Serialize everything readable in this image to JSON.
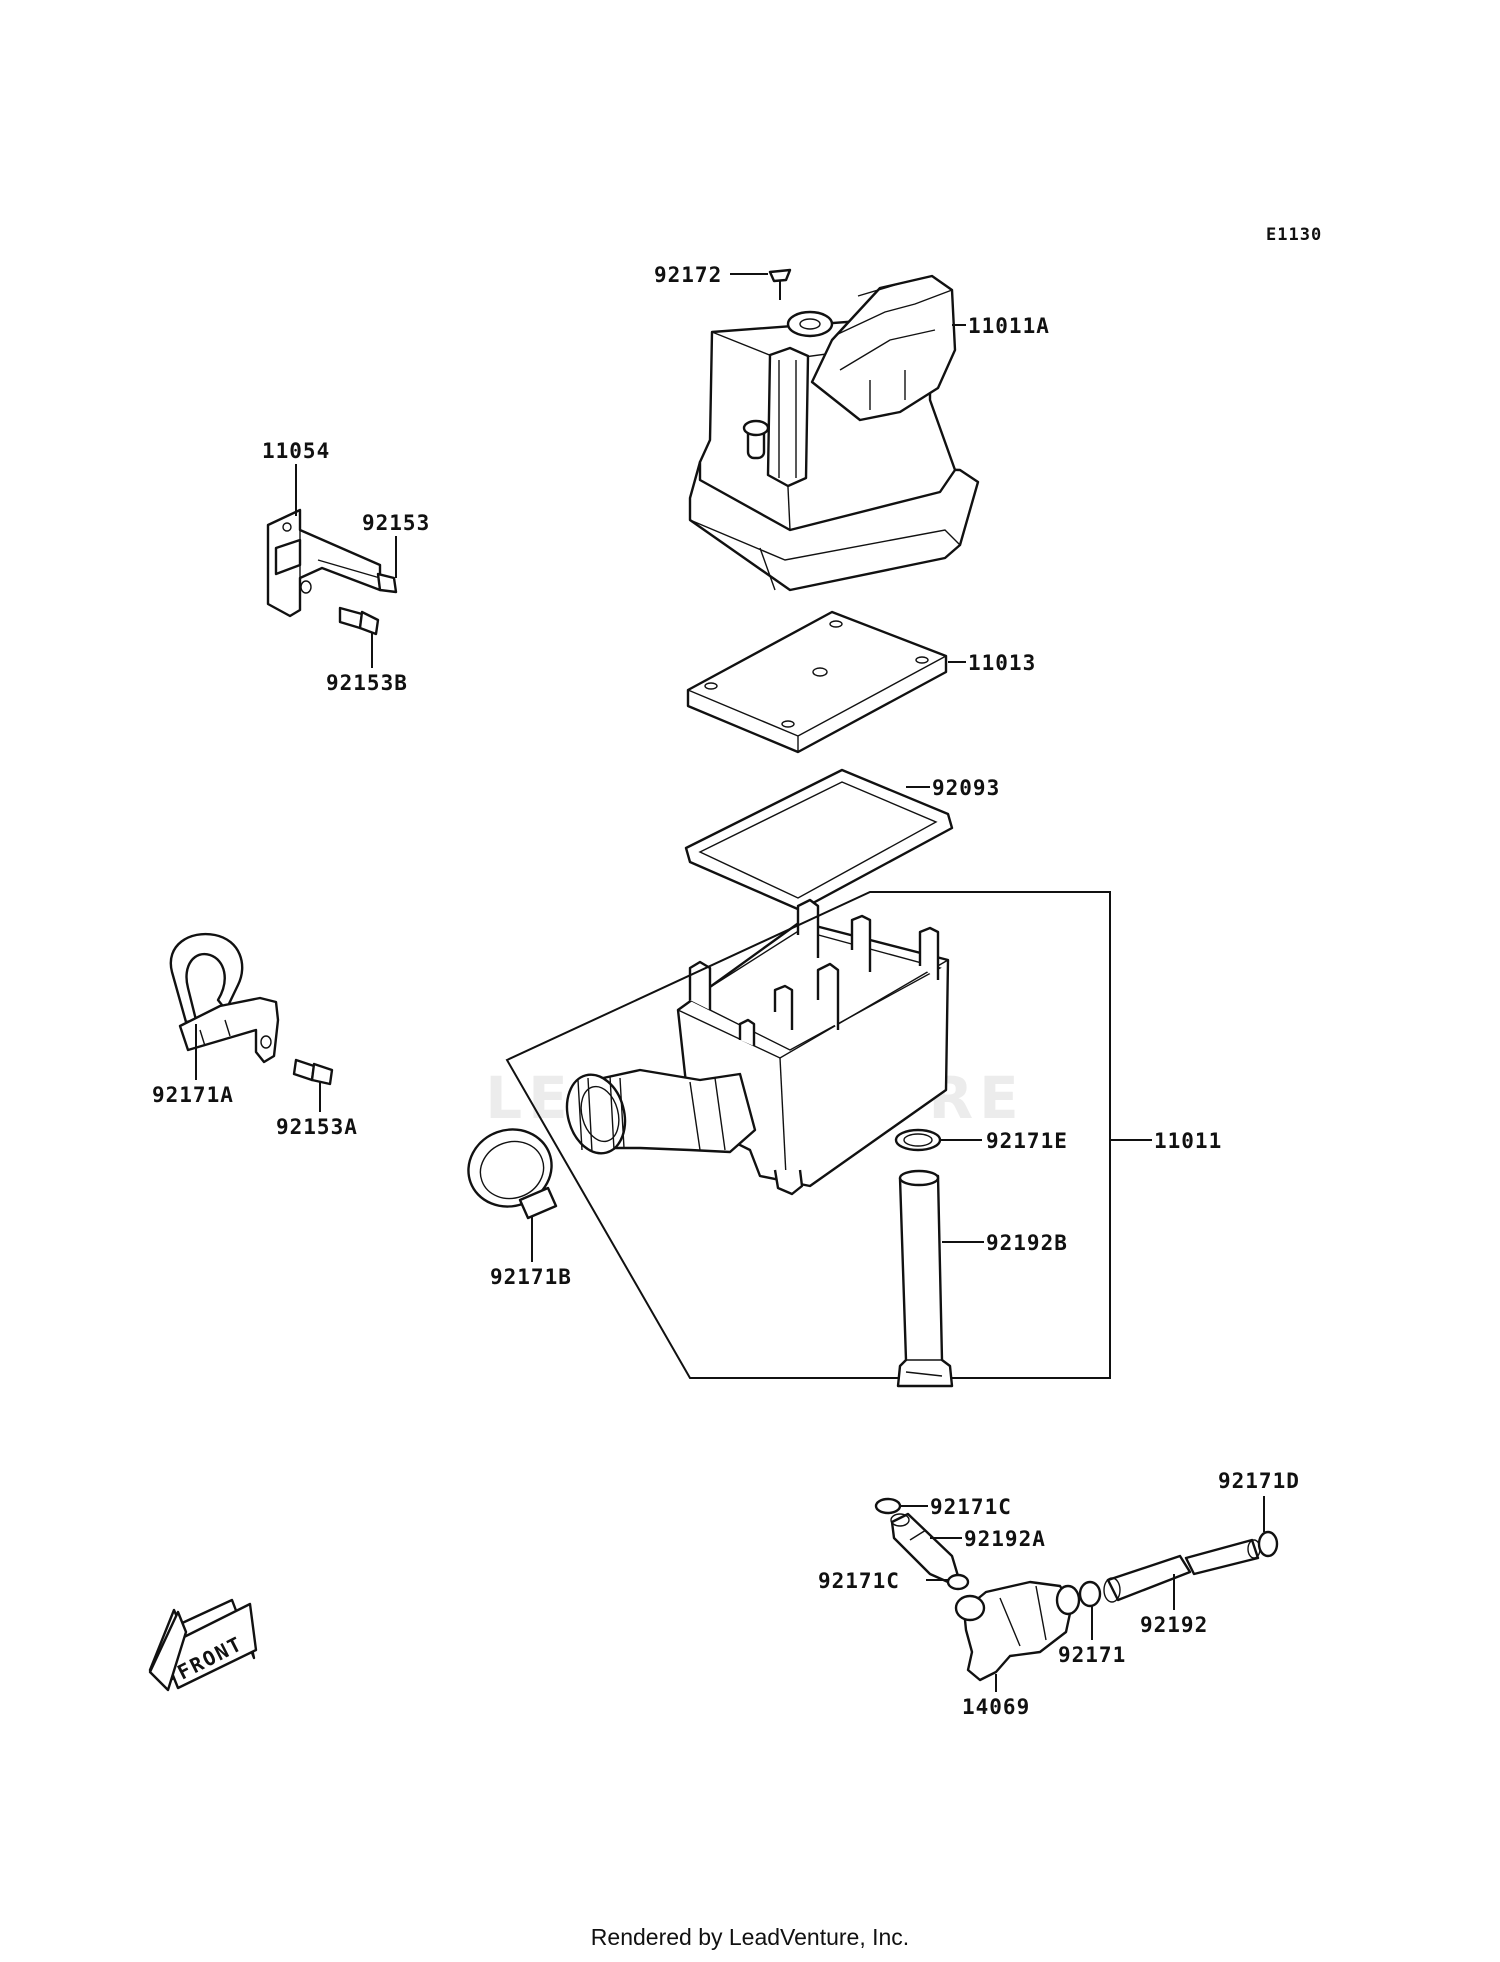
{
  "diagram_code": "E1130",
  "watermark": "LEADVENTURE",
  "front_label": "FRONT",
  "footer": "Rendered by LeadVenture, Inc.",
  "parts": {
    "p92172": "92172",
    "p11011A": "11011A",
    "p11054": "11054",
    "p92153": "92153",
    "p92153B": "92153B",
    "p11013": "11013",
    "p92093": "92093",
    "p92171A": "92171A",
    "p92153A": "92153A",
    "p92171E": "92171E",
    "p11011": "11011",
    "p92192B": "92192B",
    "p92171B": "92171B",
    "p92171C_top": "92171C",
    "p92192A": "92192A",
    "p92171C_bottom": "92171C",
    "p92171D": "92171D",
    "p92192": "92192",
    "p92171": "92171",
    "p14069": "14069"
  }
}
